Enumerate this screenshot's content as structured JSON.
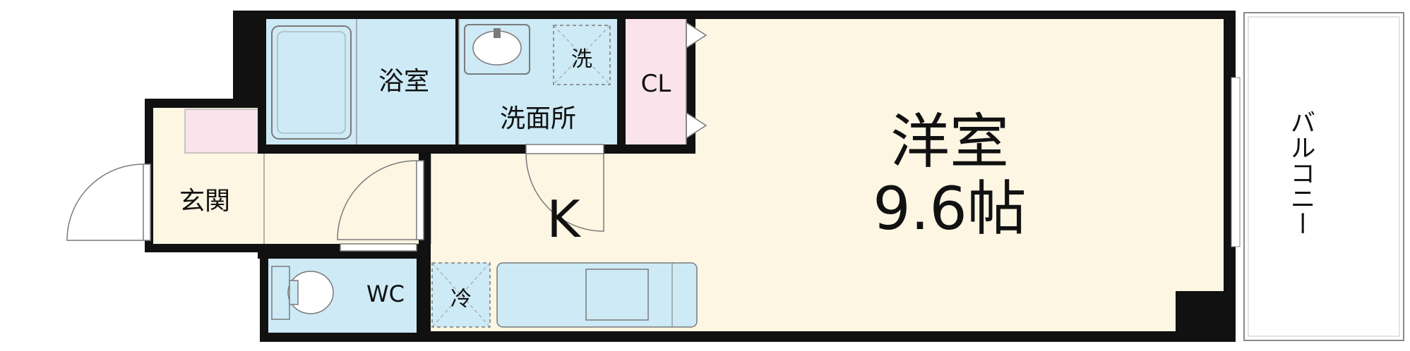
{
  "rooms": {
    "western_room": "洋室",
    "western_room_size": "9.6帖",
    "kitchen": "K",
    "bathroom": "浴室",
    "washroom": "洗面所",
    "closet": "CL",
    "entrance": "玄関",
    "toilet": "WC",
    "balcony": "バルコニー"
  },
  "fixtures": {
    "washing_machine": "洗",
    "refrigerator": "冷"
  },
  "colors": {
    "wall": "#111111",
    "floor": "#fdf6e3",
    "water_area": "#cdeaf6",
    "closet": "#fbe3ec",
    "balcony": "#ffffff"
  }
}
